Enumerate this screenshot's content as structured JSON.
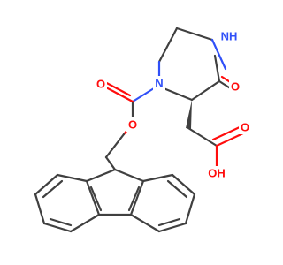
{
  "molecule": {
    "atoms": {
      "nh": {
        "text": "NH"
      },
      "n1": {
        "text": "N"
      },
      "o_ketone": {
        "text": "O"
      },
      "o_ester_dbl": {
        "text": "O"
      },
      "o_ester_single": {
        "text": "O"
      },
      "o_acid_dbl": {
        "text": "O"
      },
      "oh": {
        "text": "OH"
      }
    },
    "colors": {
      "bond": "#404040",
      "nitrogen": "#3050f8",
      "oxygen": "#ff0d0d"
    }
  }
}
